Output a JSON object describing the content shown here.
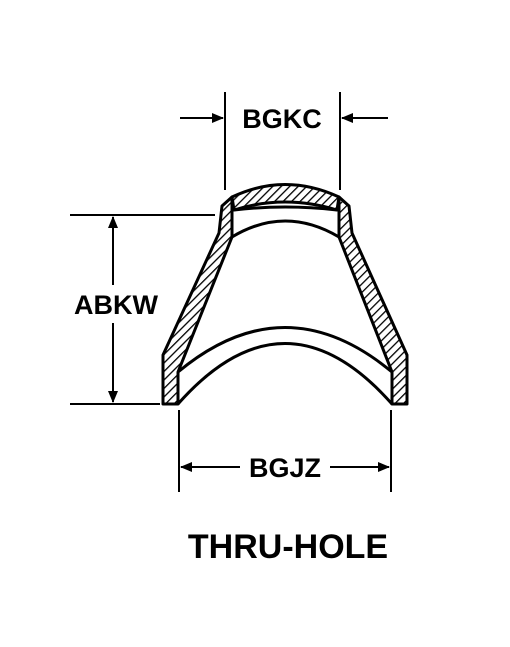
{
  "diagram": {
    "dimensions": {
      "top_width": "BGKC",
      "height": "ABKW",
      "bottom_width": "BGJZ"
    },
    "title": "THRU-HOLE"
  },
  "colors": {
    "ink": "#000000",
    "paper": "#ffffff"
  }
}
